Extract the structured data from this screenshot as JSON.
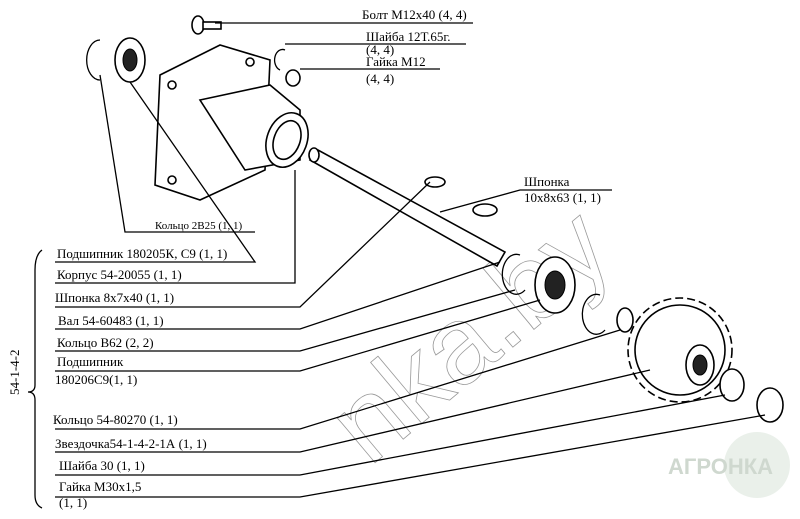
{
  "assembly_code": "54-1-4-2",
  "labels": {
    "bolt": "Болт М12х40 (4, 4)",
    "washer12_name": "Шайба 12Т.65г.",
    "washer12_qty": "(4, 4)",
    "nut12_name": "Гайка М12",
    "nut12_qty": "(4, 4)",
    "key10_name": "Шпонка",
    "key10_qty": "10х8х63 (1, 1)",
    "ring2v25": "Кольцо 2В25 (1, 1)",
    "bearing205": "Подшипник 180205К, С9 (1, 1)",
    "housing": "Корпус 54-20055 (1, 1)",
    "key8": "Шпонка 8х7х40 (1, 1)",
    "shaft": "Вал 54-60483 (1, 1)",
    "ringB62": "Кольцо В62 (2, 2)",
    "bearing206_name": "Подшипник",
    "bearing206_qty": "180206С9(1, 1)",
    "ring80270": "Кольцо 54-80270 (1, 1)",
    "sprocket": "Звездочка54-1-4-2-1А (1, 1)",
    "washer30": "Шайба 30 (1, 1)",
    "nut30_name": "Гайка М30х1,5",
    "nut30_qty": "(1, 1)"
  },
  "watermark": "nka.by",
  "logo": "АГРОНКА"
}
